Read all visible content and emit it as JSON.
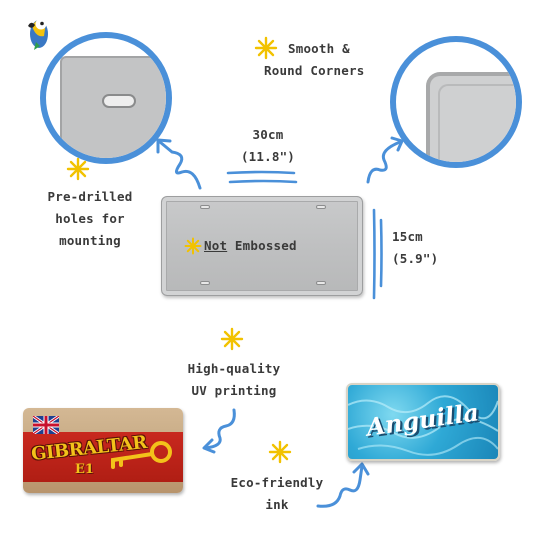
{
  "logo": {
    "icon": "parrot-icon"
  },
  "labels": {
    "corners_line1": "Smooth &",
    "corners_line2": "Round Corners",
    "width_line1": "30cm",
    "width_line2": "(11.8\")",
    "holes_line1": "Pre-drilled",
    "holes_line2": "holes for",
    "holes_line3": "mounting",
    "not_word": "Not",
    "embossed_word": " Embossed",
    "height_line1": "15cm",
    "height_line2": "(5.9\")",
    "uv_line1": "High-quality",
    "uv_line2": "UV printing",
    "eco_line1": "Eco-friendly",
    "eco_line2": "ink"
  },
  "plates": {
    "gibraltar": {
      "name": "GIBRALTAR",
      "code": "E1"
    },
    "anguilla": {
      "name": "Anguilla"
    }
  },
  "colors": {
    "accent_blue": "#4a90d9",
    "star_yellow": "#f2c200",
    "plate_grey": "#c4c5c6"
  }
}
